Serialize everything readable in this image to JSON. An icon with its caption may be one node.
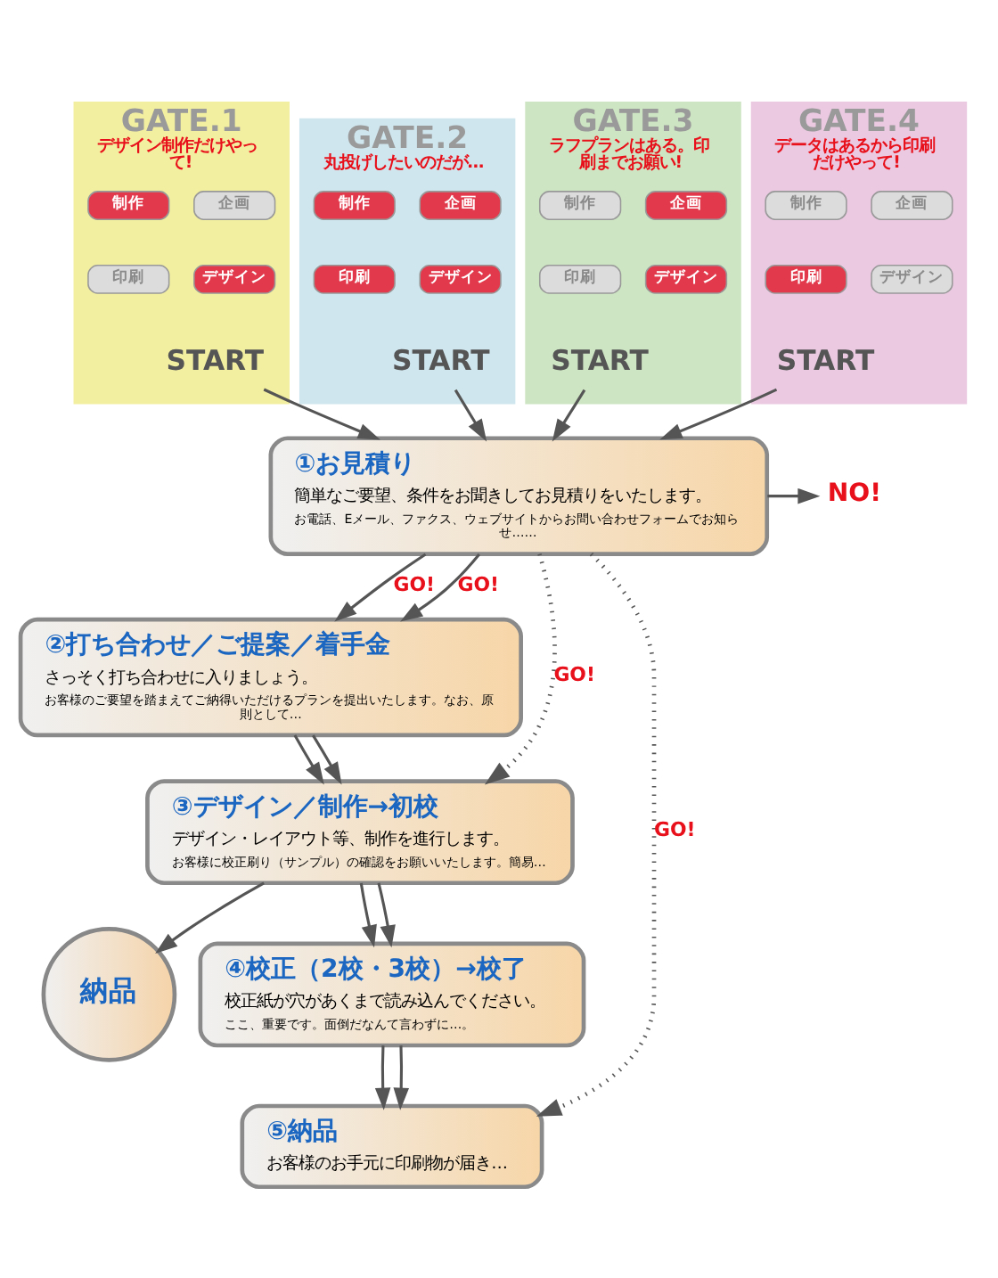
{
  "diagram": {
    "nodes": [
      {
        "text": [
          "GATE.1",
          "デザイン制作だけやって!"
        ]
      },
      {
        "text": [
          "企画"
        ],
        "in": 0
      },
      {
        "text": [
          "制作"
        ],
        "in": 0
      },
      {
        "text": [
          "デザイン"
        ],
        "in": 0
      },
      {
        "text": [
          "印刷"
        ],
        "in": 0
      },
      {
        "text": [
          "START"
        ],
        "in": 0
      },
      {
        "text": [
          "GATE.2",
          "丸投げしたいのだが…"
        ]
      },
      {
        "text": [
          "企画"
        ],
        "in": 6
      },
      {
        "text": [
          "制作"
        ],
        "in": 6
      },
      {
        "text": [
          "デザイン"
        ],
        "in": 6
      },
      {
        "text": [
          "印刷"
        ],
        "in": 6
      },
      {
        "text": [
          "START"
        ],
        "in": 6
      },
      {
        "text": [
          "GATE.3",
          "ラフプランはある。印刷までお願い!"
        ]
      },
      {
        "text": [
          "企画"
        ],
        "in": 12
      },
      {
        "text": [
          "制作"
        ],
        "in": 12
      },
      {
        "text": [
          "デザイン"
        ],
        "in": 12
      },
      {
        "text": [
          "印刷"
        ],
        "in": 12
      },
      {
        "text": [
          "START"
        ],
        "in": 12
      },
      {
        "text": [
          "GATE.4",
          "データはあるから印刷だけやって!"
        ]
      },
      {
        "text": [
          "企画"
        ],
        "in": 18
      },
      {
        "text": [
          "制作"
        ],
        "in": 18
      },
      {
        "text": [
          "デザイン"
        ],
        "in": 18
      },
      {
        "text": [
          "印刷"
        ],
        "in": 18
      },
      {
        "text": [
          "START"
        ],
        "in": 18
      },
      {
        "text": [
          "①お見積り",
          "簡単なご要望、条件をお聞きしてお見積りをいたします。",
          "お電話、Eメール、ファクス、ウェブサイトからお問い合わせフォームでお知らせ……"
        ]
      },
      {
        "text": [
          "NO!"
        ]
      },
      {
        "text": [
          "②打ち合わせ／ご提案／着手金",
          "さっそく打ち合わせに入りましょう。",
          "お客様のご要望を踏まえてご納得いただけるプランを提出いたします。なお、原則として…"
        ]
      },
      {
        "text": [
          "③デザイン／制作→初校",
          "デザイン・レイアウト等、制作を進行します。",
          "お客様に校正刷り（サンプル）の確認をお願いいたします。簡易…"
        ]
      },
      {
        "text": [
          "納品"
        ]
      },
      {
        "text": [
          "④校正（2校・3校）→校了",
          "校正紙が穴があくまで読み込んでください。",
          "ここ、重要です。面倒だなんて言わずに…。"
        ]
      },
      {
        "text": [
          "⑤納品",
          "お客様のお手元に印刷物が届き…"
        ]
      }
    ],
    "edges": [
      {
        "from": 5,
        "to": 24,
        "arrow": "to"
      },
      {
        "from": 11,
        "to": 24,
        "arrow": "to"
      },
      {
        "from": 17,
        "to": 24,
        "arrow": "to"
      },
      {
        "from": 23,
        "to": 24,
        "arrow": "to"
      },
      {
        "from": 24,
        "to": 25,
        "arrow": "to"
      },
      {
        "from": 24,
        "to": 26,
        "arrow": "to",
        "label": "GO!"
      },
      {
        "from": 24,
        "to": 26,
        "arrow": "to",
        "label": "GO!"
      },
      {
        "from": 24,
        "to": 27,
        "arrow": "to",
        "label": "GO!",
        "style": "dashed"
      },
      {
        "from": 24,
        "to": 30,
        "arrow": "to",
        "label": "GO!",
        "style": "dashed"
      },
      {
        "from": 26,
        "to": 27,
        "arrow": "to"
      },
      {
        "from": 26,
        "to": 27,
        "arrow": "to"
      },
      {
        "from": 27,
        "to": 28,
        "arrow": "to"
      },
      {
        "from": 27,
        "to": 29,
        "arrow": "to"
      },
      {
        "from": 27,
        "to": 29,
        "arrow": "to"
      },
      {
        "from": 29,
        "to": 30,
        "arrow": "to"
      },
      {
        "from": 29,
        "to": 30,
        "arrow": "to"
      }
    ]
  }
}
